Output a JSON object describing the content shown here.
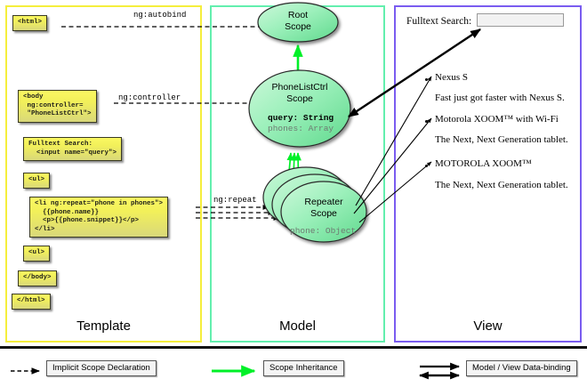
{
  "panels": [
    {
      "id": "template",
      "label": "Template",
      "border_color": "#f5ee3c"
    },
    {
      "id": "model",
      "label": "Model",
      "border_color": "#63efae"
    },
    {
      "id": "view",
      "label": "View",
      "border_color": "#7a5cf0"
    }
  ],
  "template": {
    "code_boxes": [
      {
        "name": "html-open",
        "text": "<html>"
      },
      {
        "name": "body-open",
        "text": "<body\n ng:controller=\n \"PhoneListCtrl\">"
      },
      {
        "name": "fulltext-search",
        "text": "Fulltext Search:\n  <input name=\"query\">"
      },
      {
        "name": "ul-open",
        "text": "<ul>"
      },
      {
        "name": "li-repeat",
        "text": "<li ng:repeat=\"phone in phones\">\n  {{phone.name}}\n  <p>{{phone.snippet}}</p>\n</li>"
      },
      {
        "name": "ul-close",
        "text": "<ul>"
      },
      {
        "name": "body-close",
        "text": "</body>"
      },
      {
        "name": "html-close",
        "text": "</html>"
      }
    ]
  },
  "model": {
    "nodes": [
      {
        "name": "root-scope",
        "title_line1": "Root",
        "title_line2": "Scope",
        "props": []
      },
      {
        "name": "phonelistctrl-scope",
        "title_line1": "PhoneListCtrl",
        "title_line2": "Scope",
        "props": [
          {
            "text": "query: String",
            "bold": true,
            "color": "#000000"
          },
          {
            "text": "phones: Array",
            "bold": false,
            "color": "#6f7a72"
          }
        ]
      },
      {
        "name": "repeater-scope",
        "title_line1": "Repeater",
        "title_line2": "Scope",
        "props": [
          {
            "text": "phone: Object",
            "bold": false,
            "color": "#6f7a72"
          }
        ]
      }
    ],
    "edge_labels": [
      {
        "name": "ng-autobind",
        "text": "ng:autobind"
      },
      {
        "name": "ng-controller",
        "text": "ng:controller"
      },
      {
        "name": "ng-repeat",
        "text": "ng:repeat"
      }
    ]
  },
  "view": {
    "search_label": "Fulltext Search:",
    "search_value": "",
    "items": [
      {
        "name": "Nexus S",
        "snippet": "Fast just got faster with Nexus S."
      },
      {
        "name": "Motorola XOOM™  with Wi-Fi",
        "snippet": "The Next, Next Generation tablet."
      },
      {
        "name": "MOTOROLA XOOM™",
        "snippet": "The Next, Next Generation tablet."
      }
    ]
  },
  "legend": {
    "items": [
      {
        "name": "implicit-scope-declaration",
        "label": "Implicit Scope Declaration",
        "arrow": "dashed-black"
      },
      {
        "name": "scope-inheritance",
        "label": "Scope Inheritance",
        "arrow": "solid-green"
      },
      {
        "name": "model-view-data-binding",
        "label": "Model / View Data-binding",
        "arrow": "double-black"
      }
    ]
  },
  "colors": {
    "template_border": "#f5ee3c",
    "model_border": "#63efae",
    "view_border": "#7a5cf0",
    "scope_fill": "#8ae9ab",
    "inheritance_arrow": "#00ff2a",
    "code_box_fill": "#f7f45e"
  }
}
